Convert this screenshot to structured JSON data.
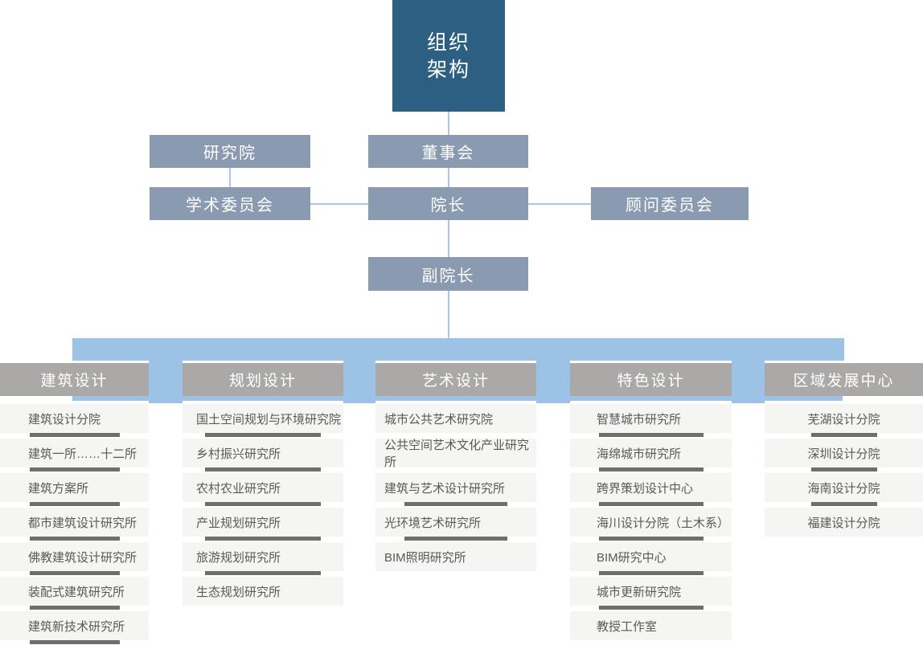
{
  "org_chart": {
    "title": {
      "lines": [
        "组织",
        "架构"
      ]
    },
    "nodes": {
      "research_institute": "研究院",
      "board": "董事会",
      "academic_committee": "学术委员会",
      "dean": "院长",
      "advisory_committee": "顾问委员会",
      "vice_dean": "副院长"
    }
  },
  "departments": [
    {
      "name": "建筑设计",
      "items": [
        {
          "label": "建筑设计分院",
          "divider": true
        },
        {
          "label": "建筑一所……十二所",
          "divider": true
        },
        {
          "label": "建筑方案所",
          "divider": true
        },
        {
          "label": "都市建筑设计研究所",
          "divider": true
        },
        {
          "label": "佛教建筑设计研究所",
          "divider": true
        },
        {
          "label": "装配式建筑研究所",
          "divider": true
        },
        {
          "label": "建筑新技术研究所",
          "divider": true
        }
      ]
    },
    {
      "name": "规划设计",
      "items": [
        {
          "label": "国土空间规划与环境研究院",
          "divider": true
        },
        {
          "label": "乡村振兴研究所",
          "divider": true
        },
        {
          "label": "农村农业研究所",
          "divider": true
        },
        {
          "label": "产业规划研究所",
          "divider": true
        },
        {
          "label": "旅游规划研究所",
          "divider": true
        },
        {
          "label": "生态规划研究所",
          "divider": false
        }
      ]
    },
    {
      "name": "艺术设计",
      "items": [
        {
          "label": "城市公共艺术研究院",
          "divider": false
        },
        {
          "label": "公共空间艺术文化产业研究所",
          "divider": false
        },
        {
          "label": "建筑与艺术设计研究所",
          "divider": true
        },
        {
          "label": "光环境艺术研究所",
          "divider": true
        },
        {
          "label": "BIM照明研究所",
          "divider": false
        }
      ]
    },
    {
      "name": "特色设计",
      "items": [
        {
          "label": "智慧城市研究所",
          "divider": true
        },
        {
          "label": "海绵城市研究所",
          "divider": true
        },
        {
          "label": "跨界策划设计中心",
          "divider": true
        },
        {
          "label": "海川设计分院（土木系）",
          "divider": true
        },
        {
          "label": "BIM研究中心",
          "divider": true
        },
        {
          "label": "城市更新研究院",
          "divider": true
        },
        {
          "label": "教授工作室",
          "divider": false
        }
      ]
    },
    {
      "name": "区域发展中心",
      "items": [
        {
          "label": "芜湖设计分院",
          "divider": true
        },
        {
          "label": "深圳设计分院",
          "divider": true
        },
        {
          "label": "海南设计分院",
          "divider": true
        },
        {
          "label": "福建设计分院",
          "divider": false
        }
      ]
    }
  ],
  "colors": {
    "title_box": "#2d5f82",
    "node_box": "#8a9ab0",
    "connector_thick": "#9cc3e6",
    "connector_line": "#a9c7e6",
    "dept_header": "#aba8a8",
    "row_background": "#f5f5f4",
    "row_text": "#5a5858",
    "divider": "#6e6e6e"
  }
}
